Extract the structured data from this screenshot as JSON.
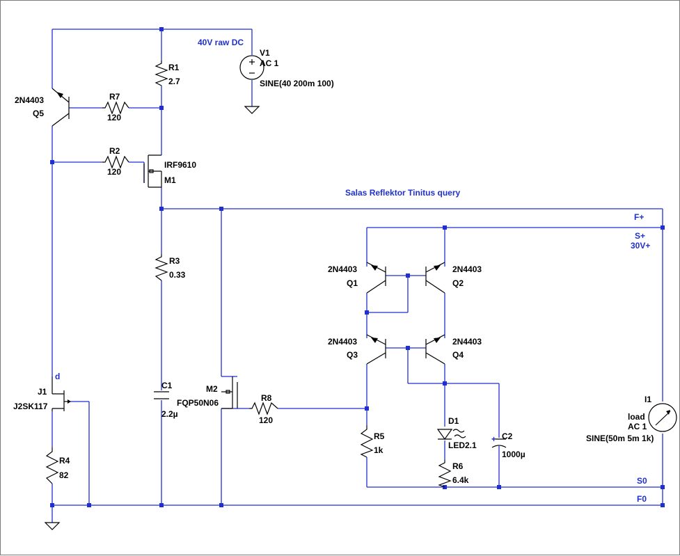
{
  "schematic": {
    "title": "Salas Reflektor Tinitus query",
    "supply_label": "40V raw DC",
    "components": {
      "v1": {
        "name": "V1",
        "ac": "AC 1",
        "value": "SINE(40 200m 100)"
      },
      "r1": {
        "name": "R1",
        "value": "2.7"
      },
      "r7": {
        "name": "R7",
        "value": "120"
      },
      "q5": {
        "name": "Q5",
        "model": "2N4403"
      },
      "r2": {
        "name": "R2",
        "value": "120"
      },
      "m1": {
        "name": "M1",
        "model": "IRF9610"
      },
      "r3": {
        "name": "R3",
        "value": "0.33"
      },
      "c1": {
        "name": "C1",
        "value": "2.2µ"
      },
      "m2": {
        "name": "M2",
        "model": "FQP50N06"
      },
      "r8": {
        "name": "R8",
        "value": "120"
      },
      "j1": {
        "name": "J1",
        "model": "J2SK117",
        "pin": "d"
      },
      "r4": {
        "name": "R4",
        "value": "82"
      },
      "q1": {
        "name": "Q1",
        "model": "2N4403"
      },
      "q2": {
        "name": "Q2",
        "model": "2N4403"
      },
      "q3": {
        "name": "Q3",
        "model": "2N4403"
      },
      "q4": {
        "name": "Q4",
        "model": "2N4403"
      },
      "r5": {
        "name": "R5",
        "value": "1k"
      },
      "d1": {
        "name": "D1",
        "value": "LED2.1"
      },
      "c2": {
        "name": "C2",
        "value": "1000µ"
      },
      "r6": {
        "name": "R6",
        "value": "6.4k"
      },
      "i1": {
        "name": "I1",
        "line1": "load",
        "ac": "AC 1",
        "value": "SINE(50m 5m 1k)"
      }
    },
    "nets": {
      "f_plus": "F+",
      "s_plus": "S+",
      "v30": "30V+",
      "s0": "S0",
      "f0": "F0"
    }
  }
}
